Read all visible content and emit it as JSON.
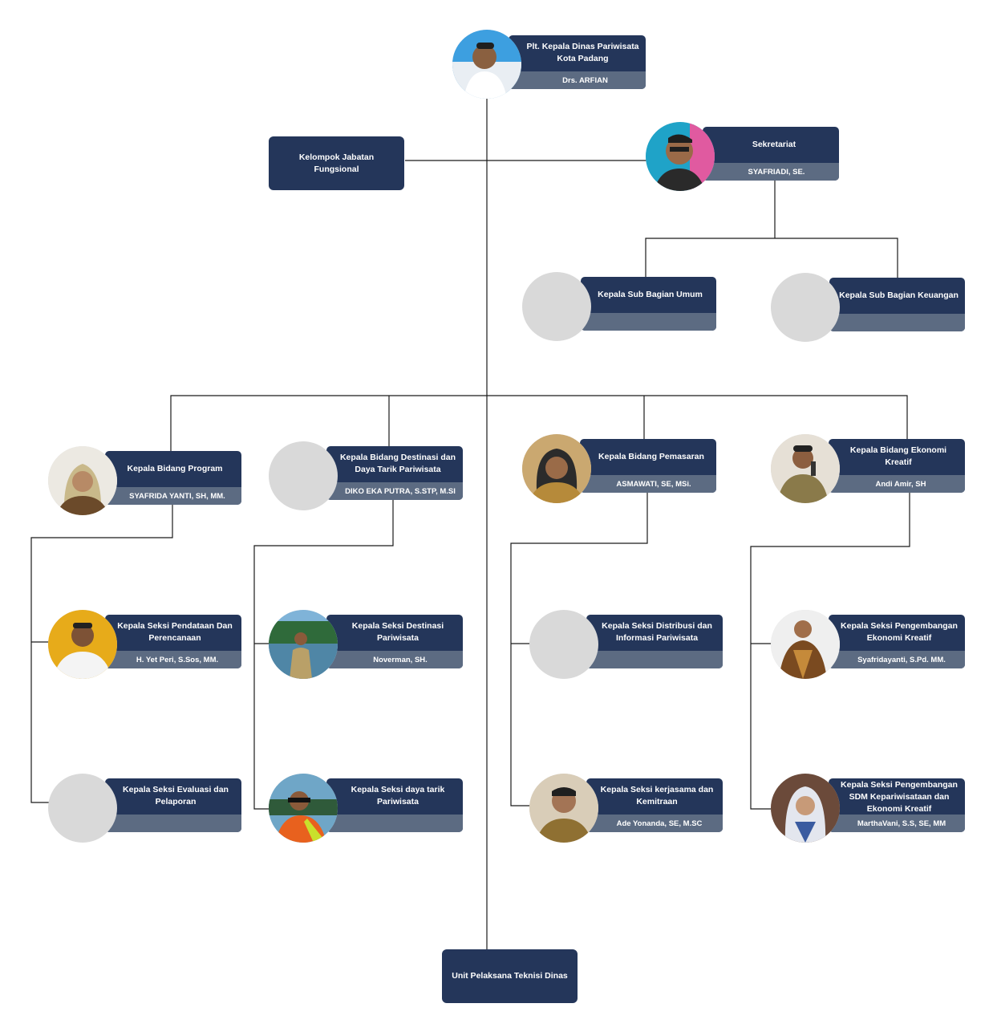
{
  "head": {
    "title": "Plt. Kepala Dinas Pariwisata Kota Padang",
    "name": "Drs. ARFIAN"
  },
  "functional": {
    "title": "Kelompok Jabatan Fungsional"
  },
  "secretariat": {
    "title": "Sekretariat",
    "name": "SYAFRIADI, SE."
  },
  "sub_umum": {
    "title": "Kepala Sub Bagian Umum",
    "name": ""
  },
  "sub_keuangan": {
    "title": "Kepala Sub Bagian Keuangan",
    "name": ""
  },
  "bidang_program": {
    "title": "Kepala Bidang Program",
    "name": "SYAFRIDA YANTI, SH, MM."
  },
  "bidang_destinasi": {
    "title": "Kepala Bidang Destinasi dan Daya Tarik Pariwisata",
    "name": "DIKO EKA PUTRA, S.STP, M.SI"
  },
  "bidang_pemasaran": {
    "title": "Kepala Bidang Pemasaran",
    "name": "ASMAWATI, SE, MSi."
  },
  "bidang_ekonomi": {
    "title": "Kepala Bidang Ekonomi Kreatif",
    "name": "Andi Amir, SH"
  },
  "seksi_pendataan": {
    "title": "Kepala Seksi Pendataan Dan Perencanaan",
    "name": "H. Yet Peri, S.Sos, MM."
  },
  "seksi_destinasi": {
    "title": "Kepala Seksi Destinasi Pariwisata",
    "name": "Noverman, SH."
  },
  "seksi_distribusi": {
    "title": "Kepala Seksi Distribusi dan Informasi Pariwisata",
    "name": ""
  },
  "seksi_pengembangan_ekraf": {
    "title": "Kepala Seksi Pengembangan Ekonomi Kreatif",
    "name": "Syafridayanti, S.Pd. MM."
  },
  "seksi_evaluasi": {
    "title": "Kepala Seksi Evaluasi dan Pelaporan",
    "name": ""
  },
  "seksi_daya_tarik": {
    "title": "Kepala Seksi daya tarik Pariwisata",
    "name": ""
  },
  "seksi_kerjasama": {
    "title": "Kepala Seksi kerjasama dan Kemitraan",
    "name": "Ade Yonanda, SE, M.SC"
  },
  "seksi_sdm": {
    "title": "Kepala Seksi Pengembangan SDM Kepariwisataan dan Ekonomi Kreatif",
    "name": "MarthaVani, S.S, SE, MM"
  },
  "upt": {
    "title": "Unit Pelaksana Teknisi Dinas"
  },
  "colors": {
    "card": "#24365a",
    "subbar": "#5c6b82",
    "line": "#1a1a1a",
    "placeholder": "#d9d9d9"
  }
}
